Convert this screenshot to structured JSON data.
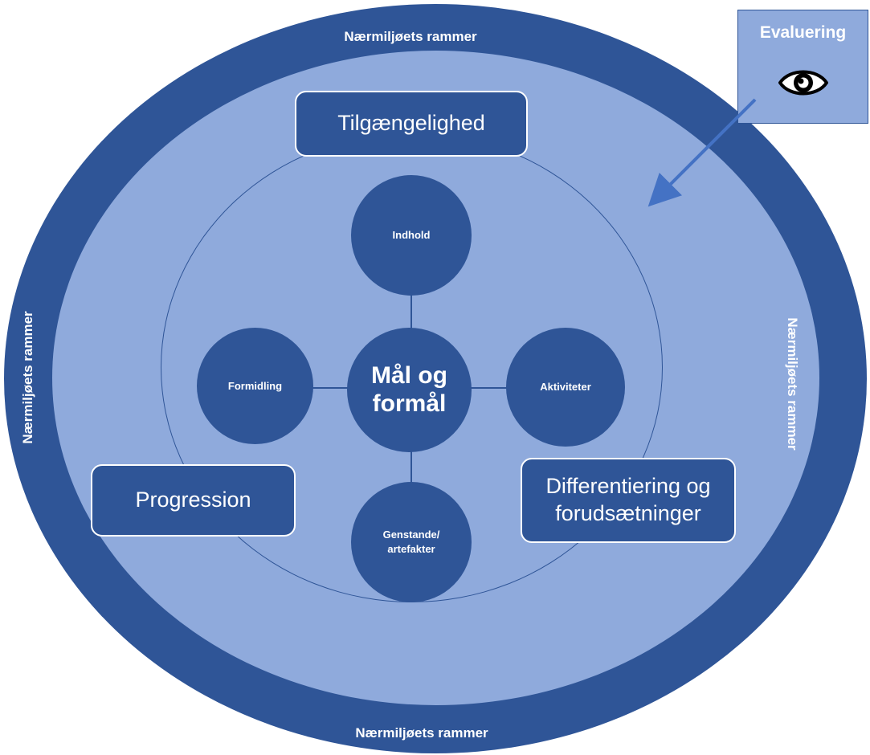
{
  "frame": {
    "top_label": "Nærmiljøets rammer",
    "bottom_label": "Nærmiljøets rammer",
    "left_label": "Nærmiljøets rammer",
    "right_label": "Nærmiljøets rammer"
  },
  "center": {
    "line1": "Mål og",
    "line2": "formål"
  },
  "nodes": {
    "top": "Indhold",
    "left": "Formidling",
    "right": "Aktiviteter",
    "bottom_line1": "Genstande/",
    "bottom_line2": "artefakter"
  },
  "boxes": {
    "top": "Tilgængelighed",
    "left": "Progression",
    "right_line1": "Differentiering og",
    "right_line2": "forudsætninger"
  },
  "evaluation": {
    "title": "Evaluering",
    "icon": "eye-icon"
  },
  "colors": {
    "dark_blue": "#2f5597",
    "light_blue": "#8faadc",
    "text": "#ffffff"
  }
}
